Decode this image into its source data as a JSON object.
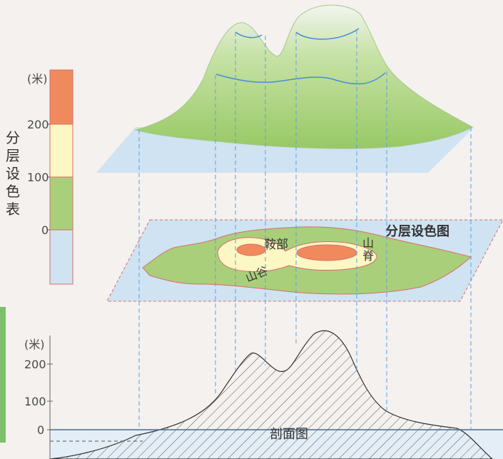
{
  "legend": {
    "unit": "(米)",
    "ticks": [
      "200",
      "100",
      "0"
    ],
    "title_chars": [
      "分",
      "层",
      "设",
      "色",
      "表"
    ],
    "colors": {
      "high": "#f08a5d",
      "mid_high": "#fdf7c3",
      "mid": "#a9cf7a",
      "low": "#cfe3f2"
    }
  },
  "block3d": {
    "colors": {
      "terrain_top": "#e6eedf",
      "terrain_mid": "#b8d98b",
      "terrain_low": "#9ccd6c",
      "plane": "#cfe3f2",
      "contour": "#4a8bd6"
    }
  },
  "layered_map": {
    "title": "分层设色图",
    "labels": {
      "saddle": "鞍部",
      "ridge_line1": "山",
      "ridge_line2": "脊",
      "valley": "山谷"
    },
    "colors": {
      "plane": "#cfe3f2",
      "green": "#a9cf7a",
      "yellow": "#fdf7c3",
      "orange": "#f08a5d",
      "outline": "#d96c6c"
    }
  },
  "profile": {
    "unit": "(米)",
    "ticks": [
      "200",
      "100",
      "0"
    ],
    "title": "剖面图",
    "colors": {
      "hatch": "#555",
      "water": "#cfe3f2",
      "axis": "#666"
    }
  },
  "guides": {
    "color": "#5aa0e6"
  }
}
